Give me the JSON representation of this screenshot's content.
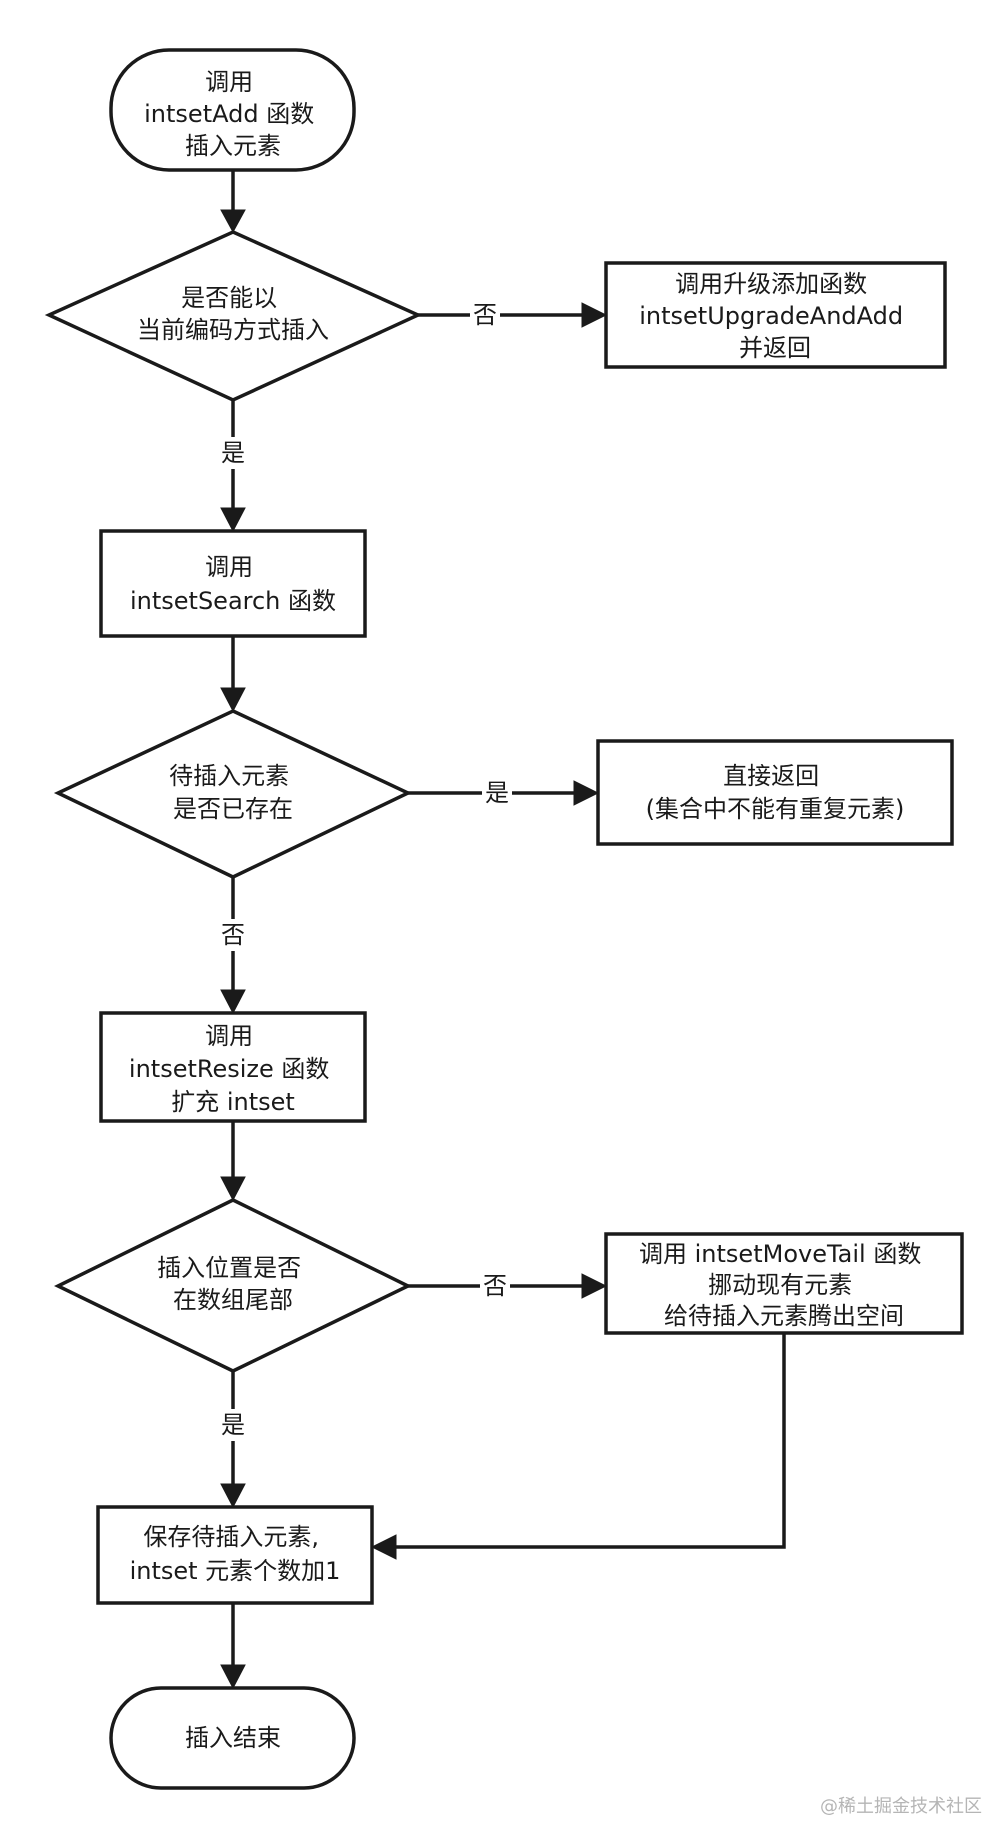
{
  "nodes": {
    "start": [
      "调用",
      "intsetAdd 函数",
      "插入元素"
    ],
    "can_insert_current_encoding": [
      "是否能以",
      "当前编码方式插入"
    ],
    "upgrade_and_add": [
      "调用升级添加函数",
      "intsetUpgradeAndAdd",
      "并返回"
    ],
    "call_search": [
      "调用",
      "intsetSearch 函数"
    ],
    "element_exists": [
      "待插入元素",
      "是否已存在"
    ],
    "return_directly": [
      "直接返回",
      "(集合中不能有重复元素)"
    ],
    "call_resize": [
      "调用",
      "intsetResize 函数",
      "扩充 intset"
    ],
    "insert_at_tail": [
      "插入位置是否",
      "在数组尾部"
    ],
    "move_tail": [
      "调用 intsetMoveTail 函数",
      "挪动现有元素",
      "给待插入元素腾出空间"
    ],
    "save_element": [
      "保存待插入元素,",
      "intset 元素个数加1"
    ],
    "end": [
      "插入结束"
    ]
  },
  "edge_labels": {
    "can_insert_no": "否",
    "can_insert_yes": "是",
    "exists_yes": "是",
    "exists_no": "否",
    "tail_no": "否",
    "tail_yes": "是"
  },
  "watermark": "@稀土掘金技术社区"
}
